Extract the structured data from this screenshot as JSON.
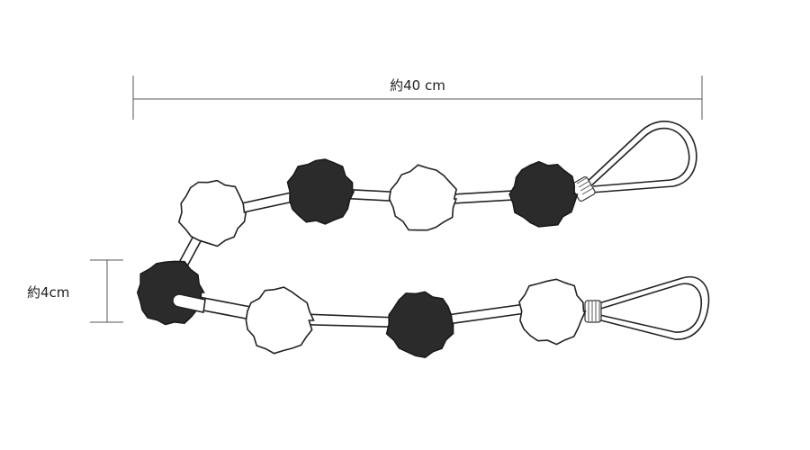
{
  "dimensions": {
    "length_label": "約40 cm",
    "diameter_label": "約4cm"
  },
  "balls": [
    {
      "tone": "light"
    },
    {
      "tone": "dark"
    },
    {
      "tone": "light"
    },
    {
      "tone": "dark"
    },
    {
      "tone": "dark"
    },
    {
      "tone": "light"
    },
    {
      "tone": "dark"
    },
    {
      "tone": "light"
    }
  ],
  "colors": {
    "dark_ball": "#2b2b2b",
    "light_ball": "#ffffff",
    "outline": "#222222"
  }
}
